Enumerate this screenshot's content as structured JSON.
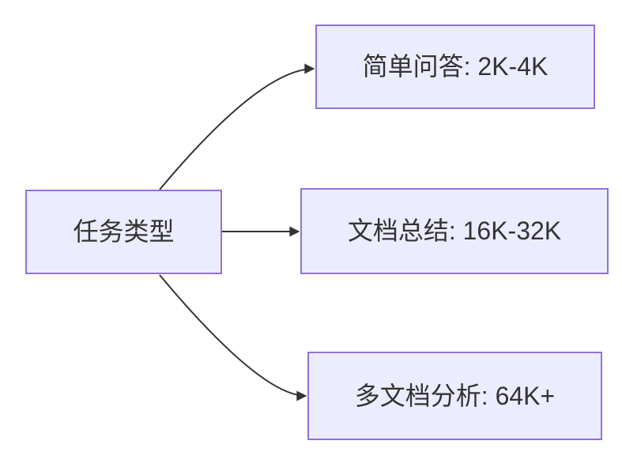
{
  "diagram": {
    "type": "flowchart",
    "root": {
      "label": "任务类型"
    },
    "nodes": [
      {
        "label": "简单问答: 2K-4K"
      },
      {
        "label": "文档总结: 16K-32K"
      },
      {
        "label": "多文档分析: 64K+"
      }
    ],
    "edges": [
      {
        "from": "任务类型",
        "to": "简单问答: 2K-4K"
      },
      {
        "from": "任务类型",
        "to": "文档总结: 16K-32K"
      },
      {
        "from": "任务类型",
        "to": "多文档分析: 64K+"
      }
    ],
    "colors": {
      "node_fill": "#ECECFF",
      "node_border": "#9370DB",
      "edge": "#333333",
      "text": "#333333",
      "background": "#FFFFFF"
    }
  }
}
